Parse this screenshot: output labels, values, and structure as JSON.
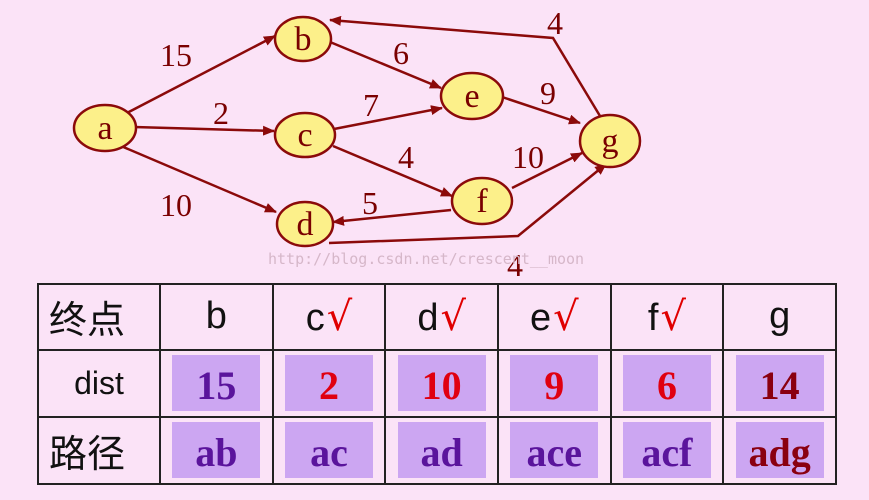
{
  "graph": {
    "nodes": [
      {
        "id": "a",
        "label": "a"
      },
      {
        "id": "b",
        "label": "b"
      },
      {
        "id": "c",
        "label": "c"
      },
      {
        "id": "d",
        "label": "d"
      },
      {
        "id": "e",
        "label": "e"
      },
      {
        "id": "f",
        "label": "f"
      },
      {
        "id": "g",
        "label": "g"
      }
    ],
    "edges": [
      {
        "from": "a",
        "to": "b",
        "weight": "15"
      },
      {
        "from": "a",
        "to": "c",
        "weight": "2"
      },
      {
        "from": "a",
        "to": "d",
        "weight": "10"
      },
      {
        "from": "b",
        "to": "e",
        "weight": "6"
      },
      {
        "from": "c",
        "to": "e",
        "weight": "7"
      },
      {
        "from": "c",
        "to": "f",
        "weight": "4"
      },
      {
        "from": "e",
        "to": "g",
        "weight": "9"
      },
      {
        "from": "f",
        "to": "g",
        "weight": "10"
      },
      {
        "from": "f",
        "to": "d",
        "weight": "5"
      },
      {
        "from": "g",
        "to": "b",
        "weight": "4"
      },
      {
        "from": "d",
        "to": "g",
        "weight": "4"
      }
    ],
    "colors": {
      "node_fill": "#fcf08a",
      "stroke": "#8b0a0a"
    }
  },
  "watermark": "http://blog.csdn.net/crescent__moon",
  "table": {
    "header_label": "终点",
    "dist_label": "dist",
    "path_label": "路径",
    "check_mark": "√",
    "columns": [
      {
        "target": "b",
        "checked": false,
        "dist": "15",
        "path": "ab",
        "dist_color": "purple",
        "path_color": "purple"
      },
      {
        "target": "c",
        "checked": true,
        "dist": "2",
        "path": "ac",
        "dist_color": "red",
        "path_color": "purple"
      },
      {
        "target": "d",
        "checked": true,
        "dist": "10",
        "path": "ad",
        "dist_color": "red",
        "path_color": "purple"
      },
      {
        "target": "e",
        "checked": true,
        "dist": "9",
        "path": "ace",
        "dist_color": "red",
        "path_color": "purple"
      },
      {
        "target": "f",
        "checked": true,
        "dist": "6",
        "path": "acf",
        "dist_color": "red",
        "path_color": "purple"
      },
      {
        "target": "g",
        "checked": false,
        "dist": "14",
        "path": "adg",
        "dist_color": "darkred",
        "path_color": "darkred"
      }
    ]
  }
}
